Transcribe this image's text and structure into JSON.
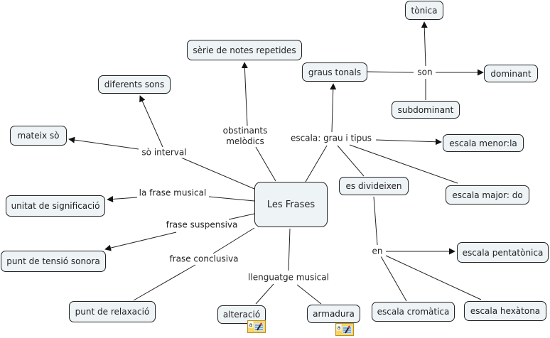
{
  "concept_map": {
    "root": "Les Frases",
    "concepts": {
      "les_frases": "Les Frases",
      "serie_notes": "sèrie de notes repetides",
      "diferents_sons": "diferents sons",
      "mateix_so": "mateix sò",
      "unitat": "unitat de significació",
      "punt_tensio": "punt de tensió sonora",
      "punt_relaxacio": "punt de relaxació",
      "alteracio": "alteració",
      "armadura": "armadura",
      "tonica": "tònica",
      "graus_tonals": "graus tonals",
      "dominant": "dominant",
      "subdominant": "subdominant",
      "escala_menor": "escala menor:la",
      "es_divideixen": "es divideixen",
      "escala_major": "escala major: do",
      "escala_pentatonica": "escala pentatònica",
      "escala_cromatica": "escala cromàtica",
      "escala_hexatona": "escala hexàtona"
    },
    "linking_phrases": {
      "obstinants": "obstinants\nmelòdics",
      "so_interval": "sò interval",
      "la_frase_musical": "la frase musical",
      "frase_suspensiva": "frase suspensiva",
      "frase_conclusiva": "frase conclusiva",
      "llenguatge_musical": "llenguatge musical",
      "escala_grau": "escala: grau i tipus",
      "son": "son",
      "en": "en"
    },
    "resource_icons": [
      "note-resource-icon",
      "note-resource-icon"
    ]
  },
  "colors": {
    "node_fill": "#eef3f6",
    "line": "#222222",
    "icon_fill": "#f7d760"
  }
}
